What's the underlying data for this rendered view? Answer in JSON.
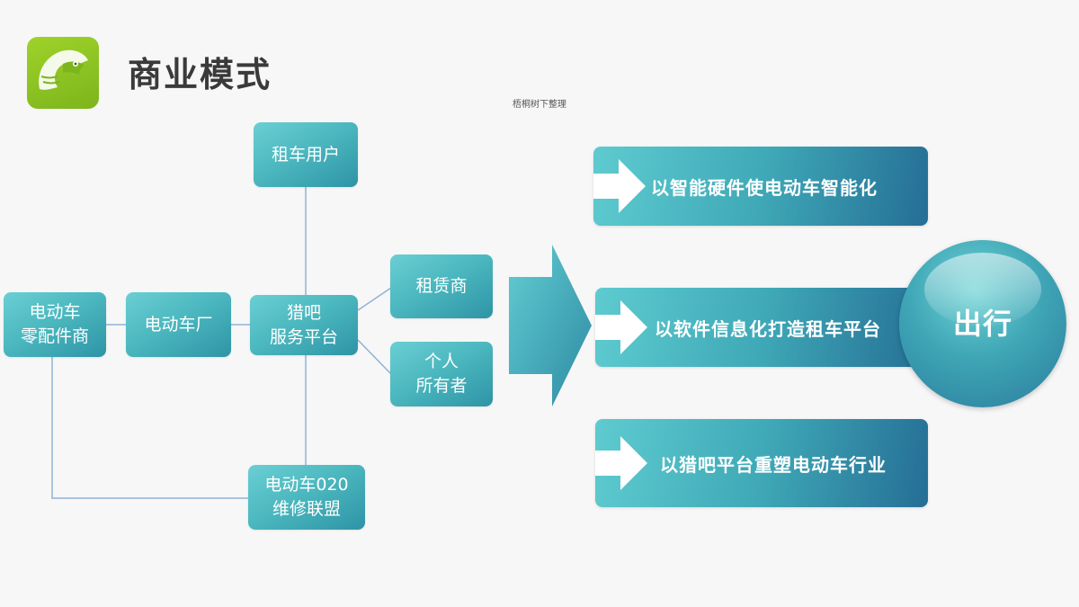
{
  "header": {
    "title": "商业模式",
    "watermark": "梧桐树下整理"
  },
  "nodes": {
    "rental_user": "租车用户",
    "parts_supplier": [
      "电动车",
      "零配件商"
    ],
    "factory": "电动车厂",
    "platform": [
      "猎吧",
      "服务平台"
    ],
    "leasing_company": "租赁商",
    "individual_owner": [
      "个人",
      "所有者"
    ],
    "repair_alliance": [
      "电动车020",
      "维修联盟"
    ]
  },
  "goals": [
    "以智能硬件使电动车智能化",
    "以软件信息化打造租车平台",
    "以猎吧平台重塑电动车行业"
  ],
  "outcome": "出行",
  "colors": {
    "node_light": "#6acfd4",
    "node_dark": "#2e94a6",
    "goal_dark": "#256e95",
    "connector": "#8fb3d6",
    "logo_green": "#8dc21f"
  }
}
